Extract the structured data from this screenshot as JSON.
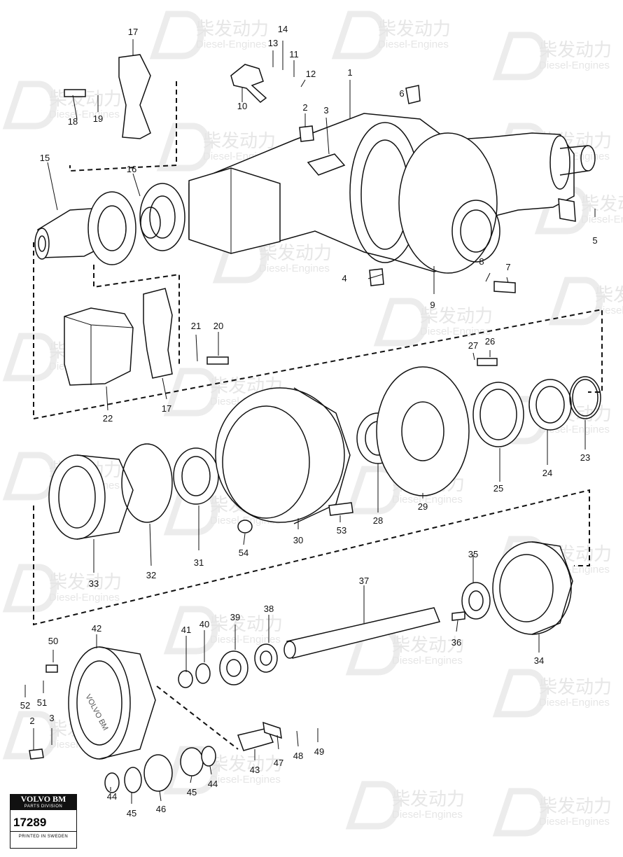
{
  "watermark": {
    "cn": "柴发动力",
    "en": "Diesel-Engines"
  },
  "brand": {
    "name": "VOLVO BM",
    "division": "PARTS DIVISION",
    "drawing_number": "17289",
    "printed": "PRINTED IN SWEDEN"
  },
  "hub_text": "VOLVO BM",
  "callouts": [
    "1",
    "2",
    "3",
    "4",
    "5",
    "6",
    "7",
    "8",
    "9",
    "10",
    "11",
    "12",
    "13",
    "14",
    "15",
    "16",
    "17",
    "17",
    "18",
    "19",
    "20",
    "21",
    "22",
    "23",
    "24",
    "25",
    "26",
    "27",
    "28",
    "29",
    "30",
    "31",
    "32",
    "33",
    "34",
    "35",
    "36",
    "37",
    "38",
    "39",
    "40",
    "41",
    "42",
    "43",
    "44",
    "44",
    "45",
    "45",
    "46",
    "47",
    "48",
    "49",
    "50",
    "51",
    "52",
    "2",
    "3",
    "53",
    "54"
  ]
}
